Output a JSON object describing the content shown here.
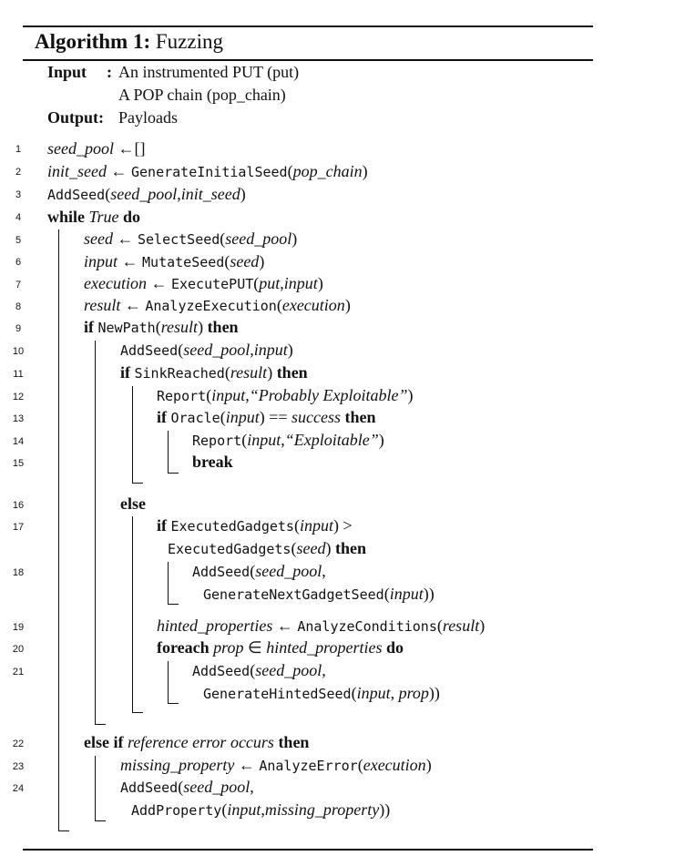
{
  "algorithm": {
    "label": "Algorithm 1:",
    "name": "Fuzzing"
  },
  "io": {
    "input_label": "Input",
    "input_line1": "An instrumented PUT (put)",
    "input_line2": "A POP chain (pop_chain)",
    "output_label": "Output",
    "output_value": "Payloads"
  },
  "line_numbers": [
    "1",
    "2",
    "3",
    "4",
    "5",
    "6",
    "7",
    "8",
    "9",
    "10",
    "11",
    "12",
    "13",
    "14",
    "15",
    "16",
    "17",
    "18",
    "19",
    "20",
    "21",
    "22",
    "23",
    "24"
  ],
  "keywords": {
    "while": "while",
    "true": "True",
    "do": "do",
    "if": "if",
    "then": "then",
    "break": "break",
    "else": "else",
    "foreach": "foreach",
    "else_if": "else if",
    "reference_error": "reference error occurs"
  },
  "functions": {
    "generate_initial_seed": "GenerateInitialSeed",
    "add_seed": "AddSeed",
    "select_seed": "SelectSeed",
    "mutate_seed": "MutateSeed",
    "execute_put": "ExecutePUT",
    "analyze_execution": "AnalyzeExecution",
    "new_path": "NewPath",
    "sink_reached": "SinkReached",
    "report": "Report",
    "oracle": "Oracle",
    "executed_gadgets": "ExecutedGadgets",
    "generate_next_gadget_seed": "GenerateNextGadgetSeed",
    "analyze_conditions": "AnalyzeConditions",
    "generate_hinted_seed": "GenerateHintedSeed",
    "analyze_error": "AnalyzeError",
    "add_property": "AddProperty"
  },
  "vars": {
    "seed_pool": "seed_pool",
    "init_seed": "init_seed",
    "pop_chain": "pop_chain",
    "seed": "seed",
    "input": "input",
    "execution": "execution",
    "put": "put",
    "result": "result",
    "success": "success",
    "hinted_properties": "hinted_properties",
    "prop": "prop",
    "missing_property": "missing_property"
  },
  "strings": {
    "probably_exploitable": "“Probably Exploitable”",
    "exploitable": "“Exploitable”"
  }
}
